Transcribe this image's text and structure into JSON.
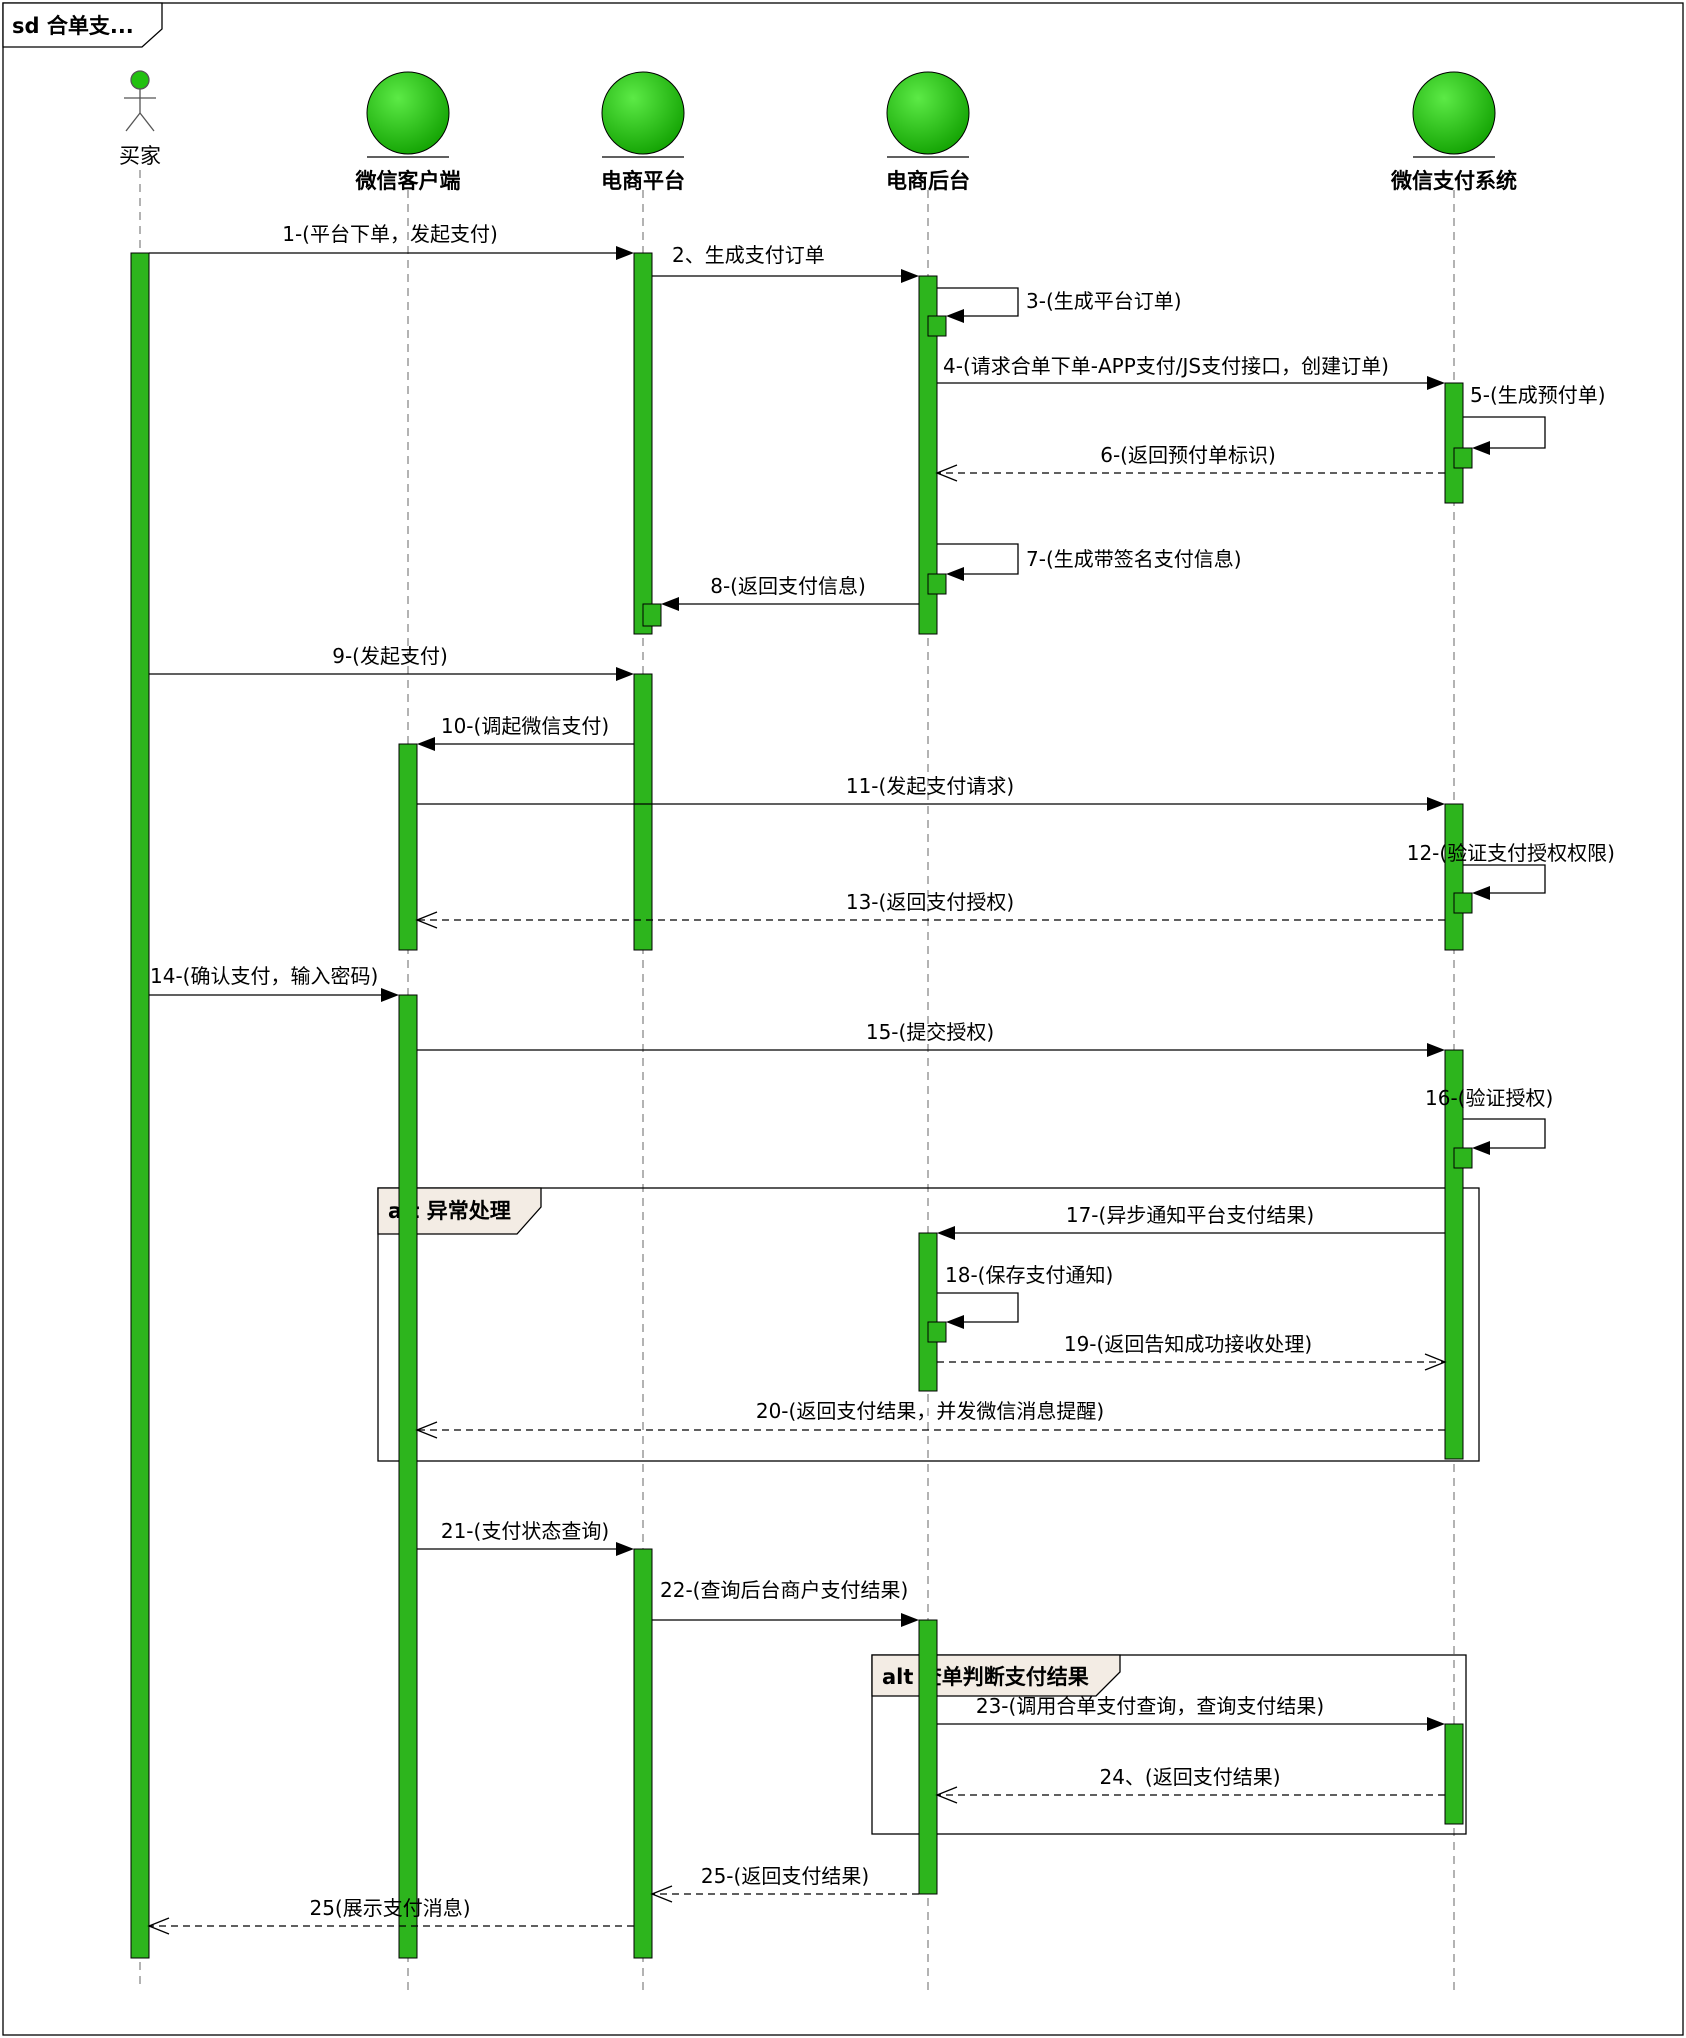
{
  "frame": {
    "title": "sd 合单支..."
  },
  "colors": {
    "activation": "#2db51d",
    "head_light": "#4fe33a",
    "head_dark": "#13a100",
    "actor": "#22c010",
    "line": "#000000",
    "lifeline": "#8a8a8a",
    "alt_tab": "#f3ece4"
  },
  "participants": [
    {
      "id": "buyer",
      "label": "买家",
      "kind": "actor"
    },
    {
      "id": "wechat_client",
      "label": "微信客户端",
      "kind": "entity"
    },
    {
      "id": "platform",
      "label": "电商平台",
      "kind": "entity"
    },
    {
      "id": "backend",
      "label": "电商后台",
      "kind": "entity"
    },
    {
      "id": "wechat_pay",
      "label": "微信支付系统",
      "kind": "entity"
    }
  ],
  "fragments": [
    {
      "kind": "alt",
      "label": "alt 异常处理"
    },
    {
      "kind": "alt",
      "label": "alt 查单判断支付结果"
    }
  ],
  "messages": [
    {
      "label": "1-(平台下单，发起支付)",
      "from": "buyer",
      "to": "platform",
      "style": "sync"
    },
    {
      "label": "2、生成支付订单",
      "from": "platform",
      "to": "backend",
      "style": "sync"
    },
    {
      "label": "3-(生成平台订单)",
      "from": "backend",
      "to": "backend",
      "style": "self"
    },
    {
      "label": "4-(请求合单下单-APP支付/JS支付接口，创建订单)",
      "from": "backend",
      "to": "wechat_pay",
      "style": "sync"
    },
    {
      "label": "5-(生成预付单)",
      "from": "wechat_pay",
      "to": "wechat_pay",
      "style": "self"
    },
    {
      "label": "6-(返回预付单标识)",
      "from": "wechat_pay",
      "to": "backend",
      "style": "reply"
    },
    {
      "label": "7-(生成带签名支付信息)",
      "from": "backend",
      "to": "backend",
      "style": "self"
    },
    {
      "label": "8-(返回支付信息)",
      "from": "backend",
      "to": "platform",
      "style": "sync"
    },
    {
      "label": "9-(发起支付)",
      "from": "buyer",
      "to": "platform",
      "style": "sync"
    },
    {
      "label": "10-(调起微信支付)",
      "from": "platform",
      "to": "wechat_client",
      "style": "sync"
    },
    {
      "label": "11-(发起支付请求)",
      "from": "wechat_client",
      "to": "wechat_pay",
      "style": "sync"
    },
    {
      "label": "12-(验证支付授权权限)",
      "from": "wechat_pay",
      "to": "wechat_pay",
      "style": "self"
    },
    {
      "label": "13-(返回支付授权)",
      "from": "wechat_pay",
      "to": "wechat_client",
      "style": "reply"
    },
    {
      "label": "14-(确认支付，输入密码)",
      "from": "buyer",
      "to": "wechat_client",
      "style": "sync"
    },
    {
      "label": "15-(提交授权)",
      "from": "wechat_client",
      "to": "wechat_pay",
      "style": "sync"
    },
    {
      "label": "16-(验证授权)",
      "from": "wechat_pay",
      "to": "wechat_pay",
      "style": "self"
    },
    {
      "label": "17-(异步通知平台支付结果)",
      "from": "wechat_pay",
      "to": "backend",
      "style": "sync"
    },
    {
      "label": "18-(保存支付通知)",
      "from": "backend",
      "to": "backend",
      "style": "self"
    },
    {
      "label": "19-(返回告知成功接收处理)",
      "from": "backend",
      "to": "wechat_pay",
      "style": "reply"
    },
    {
      "label": "20-(返回支付结果，并发微信消息提醒)",
      "from": "wechat_pay",
      "to": "wechat_client",
      "style": "reply"
    },
    {
      "label": "21-(支付状态查询)",
      "from": "wechat_client",
      "to": "platform",
      "style": "sync"
    },
    {
      "label": "22-(查询后台商户支付结果)",
      "from": "platform",
      "to": "backend",
      "style": "sync"
    },
    {
      "label": "23-(调用合单支付查询，查询支付结果)",
      "from": "backend",
      "to": "wechat_pay",
      "style": "sync"
    },
    {
      "label": "24、(返回支付结果)",
      "from": "wechat_pay",
      "to": "backend",
      "style": "reply"
    },
    {
      "label": "25-(返回支付结果)",
      "from": "backend",
      "to": "platform",
      "style": "reply"
    },
    {
      "label": "25(展示支付消息)",
      "from": "platform",
      "to": "buyer",
      "style": "reply"
    }
  ]
}
